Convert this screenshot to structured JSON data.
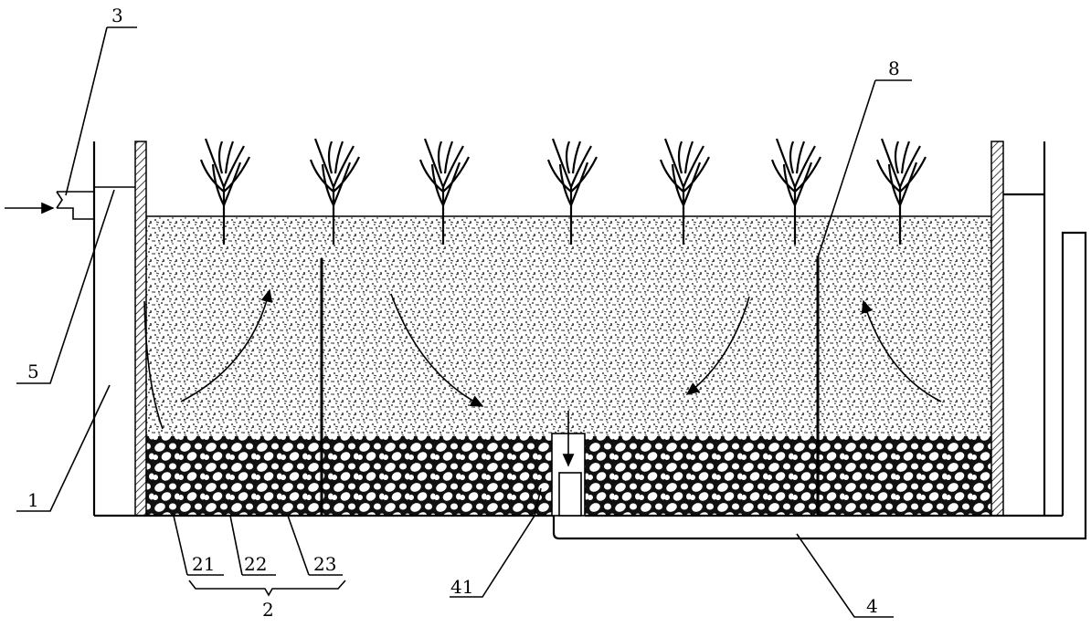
{
  "labels": {
    "inlet_pipe": "3",
    "baffle_right": "8",
    "inlet_channel_top": "5",
    "inlet_chamber": "1",
    "layer_21": "21",
    "layer_22": "22",
    "layer_23": "23",
    "media_group": "2",
    "collector": "41",
    "outlet_pipe": "4"
  },
  "plant_count": 7,
  "colors": {
    "line": "#000000",
    "background": "#ffffff"
  }
}
